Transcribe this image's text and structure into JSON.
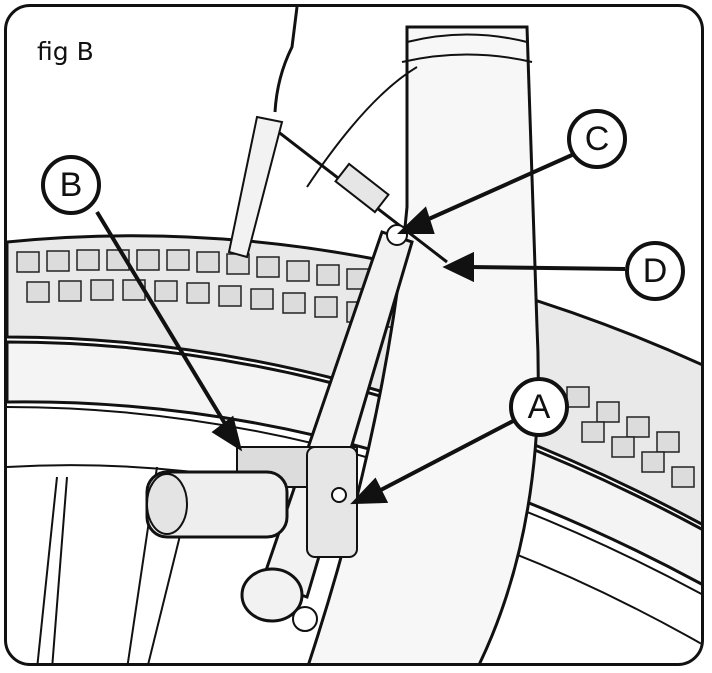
{
  "figure": {
    "label": "fig B"
  },
  "callouts": [
    {
      "id": "A",
      "letter": "A"
    },
    {
      "id": "B",
      "letter": "B"
    },
    {
      "id": "C",
      "letter": "C"
    },
    {
      "id": "D",
      "letter": "D"
    }
  ],
  "colors": {
    "line": "#111111",
    "tire_tread": "#e6e6e6",
    "rim": "#f2f2f2",
    "fork": "#f5f5f5",
    "shadow": "#d9d9d9"
  }
}
